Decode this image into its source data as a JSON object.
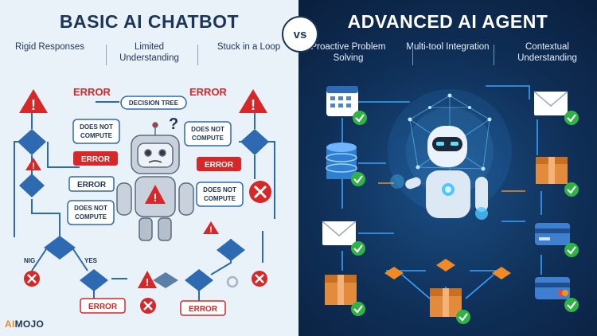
{
  "left": {
    "title": "BASIC AI CHATBOT",
    "features": [
      "Rigid Responses",
      "Limited Understanding",
      "Stuck in a Loop"
    ],
    "labels": {
      "error": "ERROR",
      "decision_tree": "DECISION TREE",
      "does_not_compute": "DOES NOT COMPUTE",
      "question": "?",
      "nig": "NIG",
      "yes": "YES"
    }
  },
  "vs": "vs",
  "right": {
    "title": "ADVANCED AI AGENT",
    "features": [
      "Proactive Problem Solving",
      "Multi-tool Integration",
      "Contextual Understanding"
    ]
  },
  "logo": {
    "ai": "AI",
    "rest": "MOJO"
  },
  "colors": {
    "left_bg": "#e9f1f9",
    "right_bg": "#0f2f57",
    "error_red": "#d62828",
    "flow_blue": "#2d6ab1",
    "check_green": "#2fb344",
    "accent_orange": "#f08a24"
  }
}
